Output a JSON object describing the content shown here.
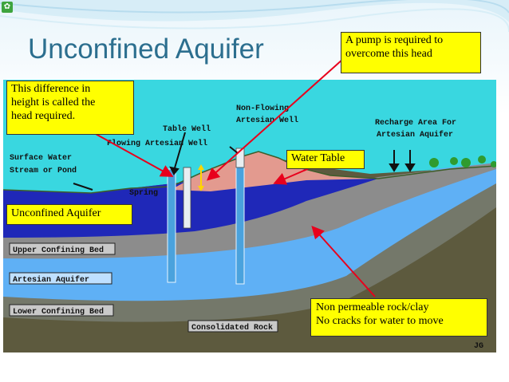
{
  "slide": {
    "title": "Unconfined Aquifer",
    "icon": "leaf-icon"
  },
  "diagram": {
    "labels": {
      "table_well": "Table Well",
      "flowing_well": "Flowing Artesian Well",
      "non_flowing_1": "Non-Flowing",
      "non_flowing_2": "Artesian Well",
      "recharge_1": "Recharge Area For",
      "recharge_2": "Artesian Aquifer",
      "surface_1": "Surface Water",
      "surface_2": "Stream or Pond",
      "spring": "Spring",
      "upper_bed": "Upper Confining Bed",
      "artesian": "Artesian Aquifer",
      "lower_bed": "Lower Confining Bed",
      "rock": "Consolidated Rock",
      "initials": "JG"
    }
  },
  "callouts": {
    "pump": [
      "A pump is required to",
      "overcome this head"
    ],
    "difference": [
      "This difference in",
      "height is called the",
      "head required."
    ],
    "water_table": "Water Table",
    "unconfined": "Unconfined Aquifer",
    "nonperm": [
      "Non permeable rock/clay",
      "No cracks for water to move"
    ]
  },
  "colors": {
    "title": "#2c6f8f",
    "callout_bg": "#ffff00",
    "arrow": "#e8001c",
    "sky": "#39d7e0",
    "unconfined": "#1f28b8",
    "upper_bed": "#8c8c8c",
    "artesian": "#5fb0f5",
    "lower_bed": "#74786a",
    "rock": "#5d5a3e",
    "mound": "#e39a8f"
  }
}
